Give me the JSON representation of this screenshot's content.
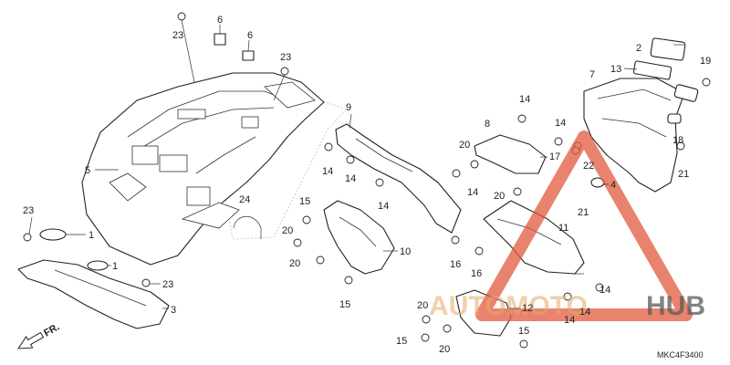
{
  "diagram": {
    "code": "MKC4F3400",
    "direction_label": "FR.",
    "labels": [
      {
        "id": "c1",
        "text": "23"
      },
      {
        "id": "c2",
        "text": "6"
      },
      {
        "id": "c3",
        "text": "6"
      },
      {
        "id": "c4",
        "text": "23"
      },
      {
        "id": "c5",
        "text": "5"
      },
      {
        "id": "c6",
        "text": "9"
      },
      {
        "id": "c7",
        "text": "14"
      },
      {
        "id": "c8",
        "text": "14"
      },
      {
        "id": "c9",
        "text": "14"
      },
      {
        "id": "c10",
        "text": "24"
      },
      {
        "id": "c11",
        "text": "23"
      },
      {
        "id": "c12",
        "text": "1"
      },
      {
        "id": "c13",
        "text": "1"
      },
      {
        "id": "c14",
        "text": "23"
      },
      {
        "id": "c15",
        "text": "3"
      },
      {
        "id": "c16",
        "text": "15"
      },
      {
        "id": "c17",
        "text": "20"
      },
      {
        "id": "c18",
        "text": "20"
      },
      {
        "id": "c19",
        "text": "10"
      },
      {
        "id": "c20",
        "text": "15"
      },
      {
        "id": "c21",
        "text": "8"
      },
      {
        "id": "c22",
        "text": "14"
      },
      {
        "id": "c23",
        "text": "20"
      },
      {
        "id": "c24",
        "text": "14"
      },
      {
        "id": "c25",
        "text": "14"
      },
      {
        "id": "c26",
        "text": "20"
      },
      {
        "id": "c27",
        "text": "16"
      },
      {
        "id": "c28",
        "text": "16"
      },
      {
        "id": "c29",
        "text": "11"
      },
      {
        "id": "c30",
        "text": "17"
      },
      {
        "id": "c31",
        "text": "22"
      },
      {
        "id": "c32",
        "text": "4"
      },
      {
        "id": "c33",
        "text": "21"
      },
      {
        "id": "c34",
        "text": "14"
      },
      {
        "id": "c35",
        "text": "14"
      },
      {
        "id": "c36",
        "text": "12"
      },
      {
        "id": "c37",
        "text": "20"
      },
      {
        "id": "c38",
        "text": "15"
      },
      {
        "id": "c39",
        "text": "20"
      },
      {
        "id": "c40",
        "text": "15"
      },
      {
        "id": "c41",
        "text": "2"
      },
      {
        "id": "c42",
        "text": "13"
      },
      {
        "id": "c43",
        "text": "19"
      },
      {
        "id": "c44",
        "text": "7"
      },
      {
        "id": "c45",
        "text": "18"
      },
      {
        "id": "c46",
        "text": "21"
      },
      {
        "id": "c47",
        "text": "14"
      }
    ]
  },
  "watermark": {
    "text_accent": "AUTOMOTO",
    "text_dark": "HUB",
    "accent_color": "#e25a3c",
    "dark_color": "#5a5a5a"
  }
}
